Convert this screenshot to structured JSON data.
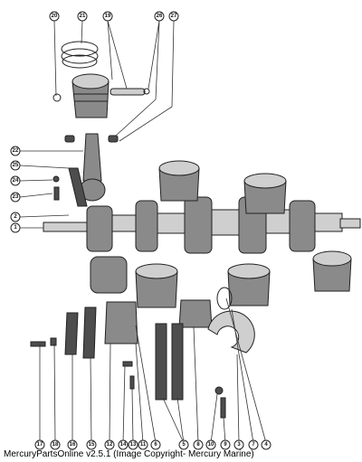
{
  "caption": "MercuryPartsOnline v2.5.1 (Image Copyright- Mercury Marine)",
  "callouts": [
    "1",
    "2",
    "3",
    "4",
    "5",
    "6",
    "7",
    "8",
    "9",
    "10",
    "11",
    "12",
    "13",
    "14",
    "15",
    "16",
    "17",
    "18",
    "19",
    "20",
    "21",
    "22",
    "23",
    "24",
    "25",
    "26",
    "27"
  ]
}
